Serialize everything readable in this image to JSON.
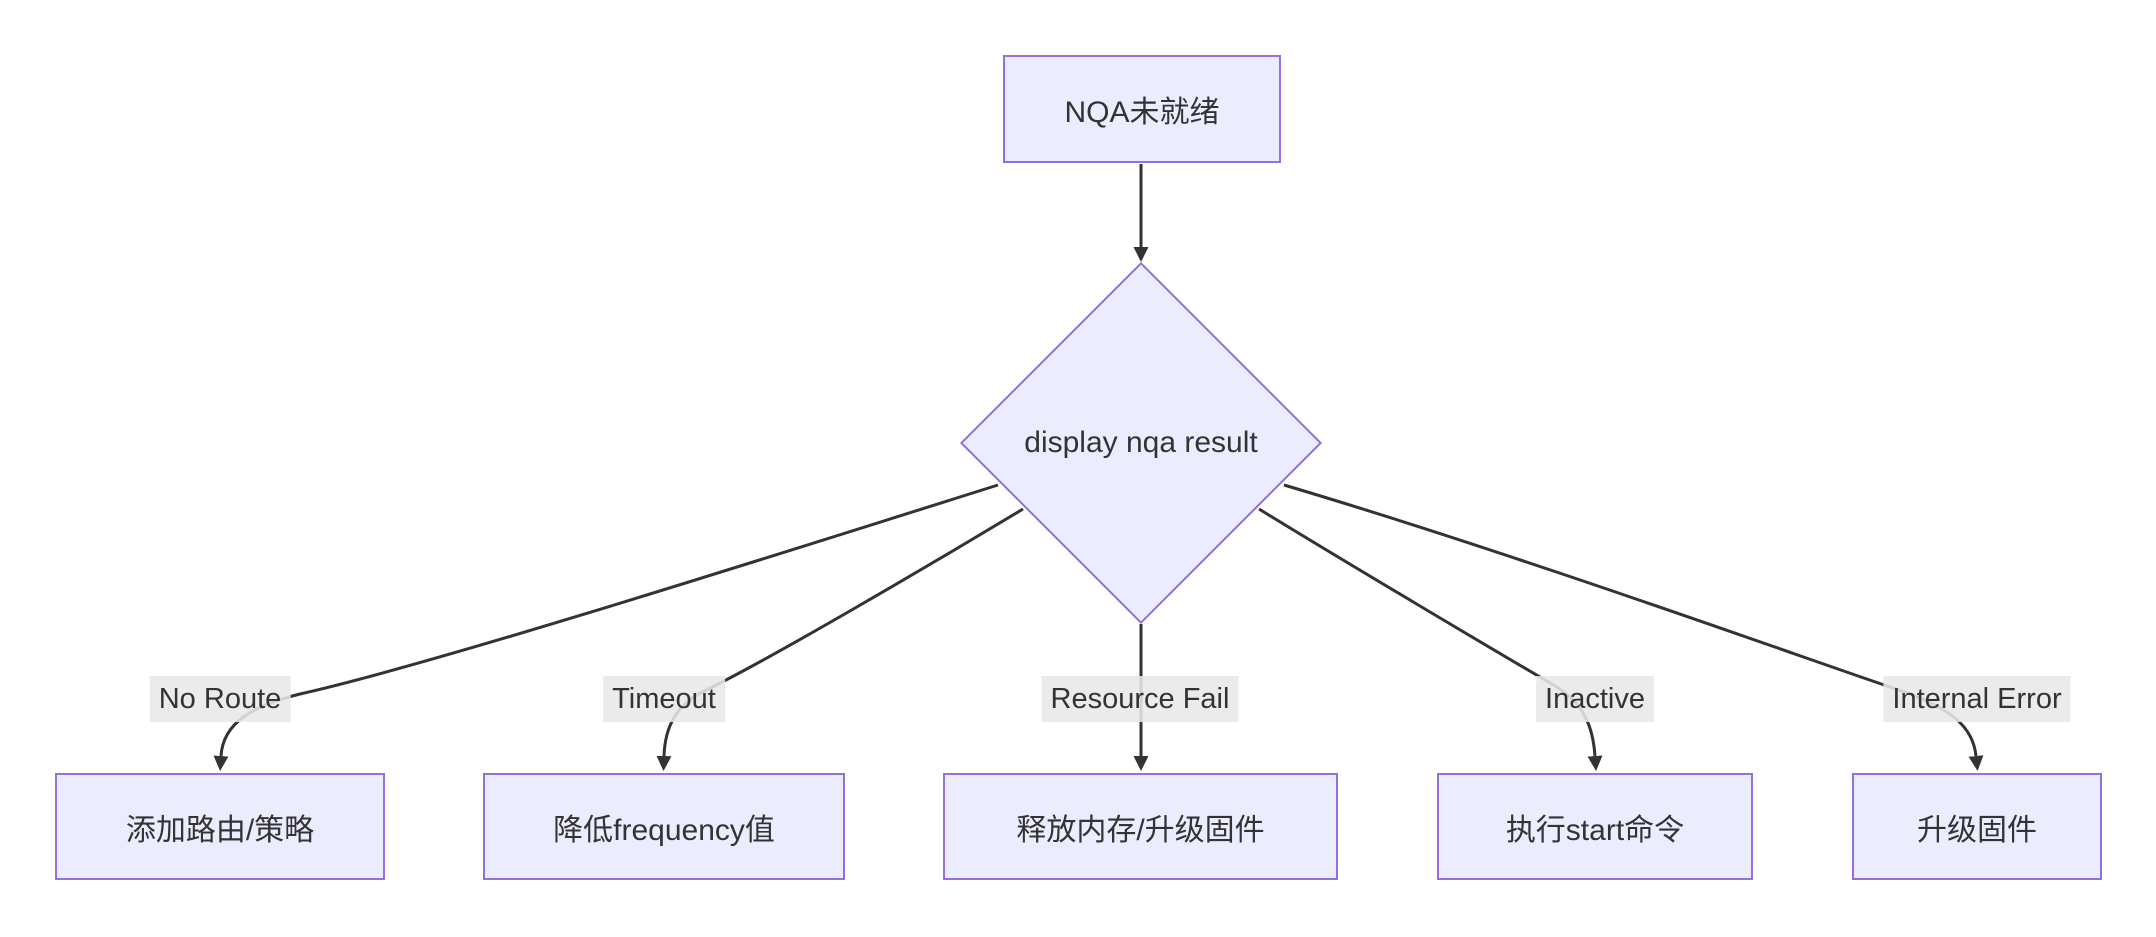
{
  "diagram": {
    "type": "flowchart",
    "direction": "top-down",
    "colors": {
      "background": "#ffffff",
      "node_fill": "#ECECFF",
      "node_border": "#9370DB",
      "edge_line": "#333333",
      "edge_label_bg": "#e8e8e8",
      "text": "#333333"
    },
    "root": {
      "label": "NQA未就绪"
    },
    "decision": {
      "label": "display nqa result"
    },
    "branches": [
      {
        "condition": "No Route",
        "action": "添加路由/策略"
      },
      {
        "condition": "Timeout",
        "action": "降低frequency值"
      },
      {
        "condition": "Resource Fail",
        "action": "释放内存/升级固件"
      },
      {
        "condition": "Inactive",
        "action": "执行start命令"
      },
      {
        "condition": "Internal Error",
        "action": "升级固件"
      }
    ]
  }
}
